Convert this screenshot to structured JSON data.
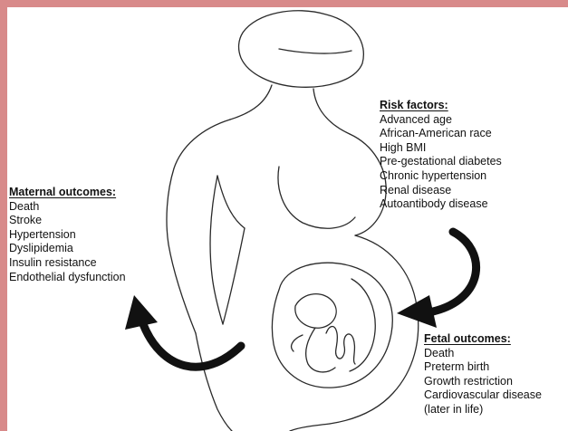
{
  "risk_factors": {
    "title": "Risk factors:",
    "items": [
      "Advanced age",
      "African-American race",
      "High BMI",
      "Pre-gestational diabetes",
      "Chronic hypertension",
      "Renal disease",
      "Autoantibody disease"
    ]
  },
  "maternal_outcomes": {
    "title": "Maternal outcomes:",
    "items": [
      "Death",
      "Stroke",
      "Hypertension",
      "Dyslipidemia",
      "Insulin resistance",
      "Endothelial dysfunction"
    ]
  },
  "fetal_outcomes": {
    "title": "Fetal outcomes:",
    "items": [
      "Death",
      "Preterm birth",
      "Growth restriction",
      "Cardiovascular disease",
      "(later in life)"
    ]
  },
  "colors": {
    "frame": "#d88a8a",
    "background": "#ffffff",
    "line_art": "#2a2a2a",
    "arrows": "#111111",
    "text": "#111111"
  }
}
